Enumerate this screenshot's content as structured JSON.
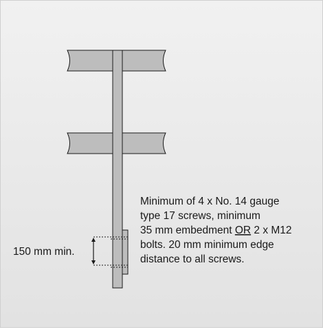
{
  "diagram": {
    "dimension_label": "150 mm min.",
    "note_lines": [
      "Minimum of 4 x No. 14 gauge",
      "type 17 screws, minimum",
      "35 mm embedment ",
      "OR",
      " 2 x M12",
      "bolts. 20 mm minimum edge",
      "distance to all screws."
    ],
    "colors": {
      "timber_fill": "#bdbdbd",
      "outline": "#1a1a1a",
      "background_top": "#f1f1f1",
      "background_bottom": "#e2e2e2"
    }
  }
}
